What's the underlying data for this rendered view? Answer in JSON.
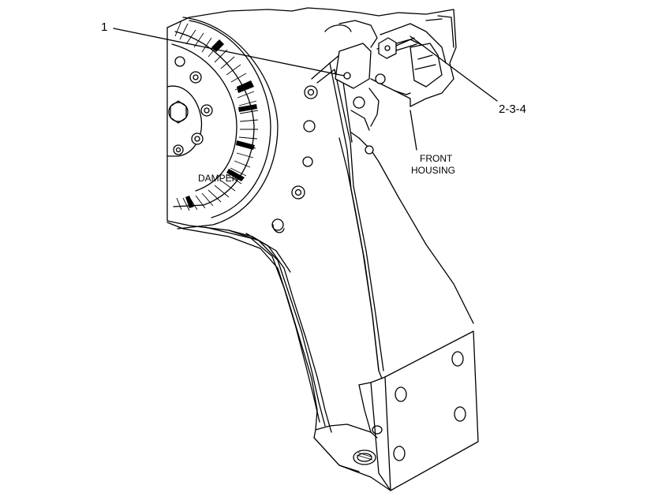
{
  "callouts": {
    "c1": "1",
    "c234": "2-3-4"
  },
  "labels": {
    "damper": "DAMPER",
    "front_housing_line1": "FRONT",
    "front_housing_line2": "HOUSING"
  }
}
